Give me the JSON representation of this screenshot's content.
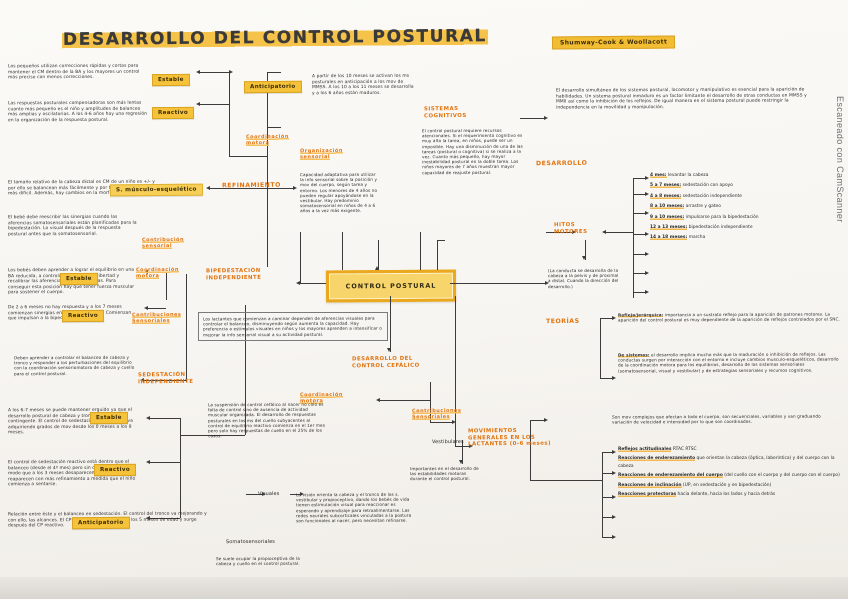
{
  "document": {
    "title": "DESARROLLO DEL CONTROL POSTURAL",
    "author_box": "Shumway-Cook & Woollacott",
    "watermark": "Escaneado con CamScanner",
    "center_node": "CONTROL POSTURAL"
  },
  "left_column": {
    "estable_label_1": "Estable",
    "estable_text_1": "Los pequeños utilizan correcciones rápidas y cortas para mantener el CM dentro de la BA y los mayores un control más preciso con menos correcciones.",
    "reactivo_label_1": "Reactivo",
    "reactivo_text_1": "Las respuestas posturales compensadoras son más lentas cuanto más pequeño es el niño y amplitudes de balanceo más amplias y oscilatorias. A los 4-6 años hay una regresión en la organización de la respuesta postural.",
    "musculo_label": "S. músculo-esquelético",
    "musculo_text": "El tamaño relativo de la cabeza distal es CM de un niño es +/- y por ello se balancean más fácilmente y por tanto el equilibrio es más difícil. Además, hay cambios en la morfología corporal.",
    "sensorial_text": "El bebé debe reescribir las sinergias cuando las aferencias somatosensoriales están planificadas para la bipedestación. Lo visual después de la respuesta postural antes que la somatosensorial.",
    "contribucion_sensorial_label": "Contribución sensorial",
    "estable_label_2": "Estable",
    "estable_text_2": "Los bebés deben aprender a lograr el equilibrio en una BA reducida, a controlar los grados de libertad y recalibrar las aferencias sensoriomotoras. Para conseguir esta posición hay que tener fuerza muscular para sostener el cuerpo.",
    "reactivo_label_2": "Reactivo",
    "reactivo_text_2": "De 2 a 6 meses no hay respuesta y a los 7 meses comienzan sinergias en los ms del tronco. Comienzan que impulsan a la bipedestación.",
    "anticipatorio_note": "Deben aprender a controlar el balanceo de cabeza y tronco y responder a los perturbaciones del equilibrio con la coordinación sensoriomotora de cabeza y cuello para el control postural.",
    "coordinacion_motora_label_left": "Coordinación motora",
    "contribuciones_sensoriales_label_left": "Contribuciones Sensoriales",
    "sedestacion_independiente_label": "SEDESTACIÓN INDEPENDIENTE",
    "estable_label_3": "Estable",
    "estable_text_3": "A los 6-7 meses se puede mantener erguido ya que el desarrollo postural de cabeza y tronco es no contingente. El control de sedestación es gradual y va adquiriendo grados de mov desde los 0 meses a los 8 meses.",
    "reactivo_label_3": "Reactivo",
    "reactivo_text_3": "El control de sedestación reactivo está dentro que el balanceo (desde el 4º mes) pero sin desarrollar, de modo que a los 3 meses desaparecen y luego reaparecen con más refinamiento a medida que el niño comienza a sentarse.",
    "anticipatorio_label": "Anticipatorio",
    "anticipatorio_text": "Relación entre éste y el balanceo en sedestación. El control del tronco va mejorando y con ello, las alcances. El CP anticipatorio comienza a los 5 meses de edad y surge después del CP reactivo."
  },
  "mid_column": {
    "anticipatorio_top_label": "Anticipatorio",
    "anticipatorio_top_text": "A partir de los 10 meses se activan los ms posturales en anticipación a los mov de MMSS. A los 10 a los 11 meses se desarrolla y a los 6 años están maduros.",
    "coordinacion_motora_label": "Coordinación motora",
    "refinamiento_label": "REFINAMIENTO",
    "organizacion_sensorial_label": "Organización sensorial",
    "organizacion_sensorial_text": "Capacidad adaptativa para utilizar la info sensorial sobre la posición y mov del cuerpo, según tarea y entorno. Los menores de 4 años no pueden regular apoyándose en la vestibular. Hay predominio somatosensorial en niños de 4 a 6 años a la vez más exigente.",
    "bipedestacion_independiente_label": "BIPEDESTACIÓN INDEPENDIENTE",
    "bipedestacion_text": "Los lactantes que comienzan a caminar dependen de aferencias visuales para controlar el balanceo, disminuyendo según aumenta la capacidad. Hay preferencia a estímulos visuales en niños y los mayores aprenden a intensificar o mejorar la info sensorial visual a su actividad postural.",
    "desarrollo_cefalico_label": "DESARROLLO DEL CONTROL CEFÁLICO",
    "coordinacion_motora_cef_label": "Coordinación motora",
    "coordinacion_motora_cef_text": "La suspensión de control cefálico al nacer no colo es falta de control sino de ausencia de actividad muscular organizada. El desarrollo de respuestas posturales en los ms del cuello subyacentes al control de equilibrio reactivo comienza en el 1er mes pero solo hay respuestas de cuello en el 25% de los casos.",
    "contribuciones_sensoriales_cef_label": "Contribuciones Sensoriales",
    "vestibulares_label": "Vestibulares",
    "vestibulares_text": "Importantes en el desarrollo de las estabilidades motoras durante el control postural.",
    "visuales_label": "Visuales",
    "visuales_text": "La visión orienta la cabeza y el tronco de los s. vestibular y propioceptivo, dando los bebés de vida tienen estimulación visual para reaccionar es esperando y aprendizaje para retroalimentarse. Las redes neurales subcorticales vinculadas a la postura son funcionales al nacer, pero necesitan refinarse.",
    "somatosensoriales_label": "Somatosensoriales",
    "somatosensoriales_text": "Se suele ocupar la propioceptiva de la cabeza y cuello en el control postural."
  },
  "right_column": {
    "sistemas_cognitivos_label": "SISTEMAS COGNITIVOS",
    "sistemas_cognitivos_text": "El control postural requiere recursos atencionales. Si el requerimiento cognitivo es muy alto la tarea, en niños, puede ser un imposible. Hay una disminución de una de las tareas (postural o cognitiva) si se realiza a la vez. Cuanto más pequeño, hay mayor inestabilidad postural en la doble tarea. Los niños mayores de 7 años muestran mayor capacidad de reajuste postural.",
    "desarrollo_label": "DESARROLLO",
    "desarrollo_text": "El desarrollo simultáneo de los sistemas postural, locomotor y manipulativo es esencial para la aparición de habilidades. Un sistema postural inmaduro es un factor limitante el desarrollo de otras conductas en MMSS y MMII así como la inhibición de los reflejos. De igual manera en el sistema postural puede restringir la independencia en la movilidad y manipulación.",
    "hitos_motores_label": "HITOS MOTORES",
    "hitos_motores_note": "(La conducta se desarrolla de la cabeza a la pelvis y de proximal a distal. Cuando la dirección del desarrollo.)",
    "hitos": [
      {
        "edad": "4 mes:",
        "texto": "levantar la cabeza"
      },
      {
        "edad": "5 a 7 meses:",
        "texto": "sedestación con apoyo"
      },
      {
        "edad": "4 a 8 meses:",
        "texto": "sedestación independiente"
      },
      {
        "edad": "8 a 10 meses:",
        "texto": "arrastre y gateo"
      },
      {
        "edad": "9 a 10 meses:",
        "texto": "impulsarse para la bipedestación"
      },
      {
        "edad": "12 a 13 meses:",
        "texto": "bipedestación independiente"
      },
      {
        "edad": "14 a 18 meses:",
        "texto": "marcha"
      }
    ],
    "teorias_label": "TEORÍAS",
    "teoria_refleja_label": "Refleja/jerárquica:",
    "teoria_refleja_text": "importancia a un sustrato reflejo para la aparición de patrones motores. La aparición del control postural es muy dependiente de la aparición de reflejos controlados por el SNC.",
    "teoria_sistemas_label": "De sistemas:",
    "teoria_sistemas_text": "el desarrollo implica mucho más que la maduración o inhibición de reflejos. Las conductas surgen por interacción con el entorno e incluye cambios musculo-esqueléticos, desarrollo de la coordinación motora para los equilibrios, desarrollo de los sistemas sensoriales (somatosensorial, visual y vestibular) y de estrategias sensoriales y recursos cognitivos.",
    "movimientos_generales_label": "MOVIMIENTOS GENERALES EN LOS LACTANTES (0-6 meses)",
    "movimientos_intro": "Son mov complejos que afectan a todo el cuerpo, son secuenciales, variables y van graduando variación de velocidad e intensidad por lo que son coordinados.",
    "movimientos_items": [
      {
        "label": "Reflejos actitudinales",
        "sub": [
          "RTAC",
          "RTSC"
        ]
      },
      {
        "label": "Reacciones de enderezamiento",
        "sub": [
          "que orientan la cabeza (óptica, laberíntica) y del cuerpo con la cabeza"
        ]
      },
      {
        "label": "Reacciones de enderezamiento del cuerpo",
        "sub": [
          "(del cuello con el cuerpo y del cuerpo con el cuerpo)"
        ]
      },
      {
        "label": "Reacciones de inclinación",
        "sub": [
          "(UP, en sedestación y en bipedestación)"
        ]
      },
      {
        "label": "Reacciones protectoras",
        "sub": [
          "hacia delante, hacia los lados y hacia detrás"
        ]
      }
    ]
  }
}
